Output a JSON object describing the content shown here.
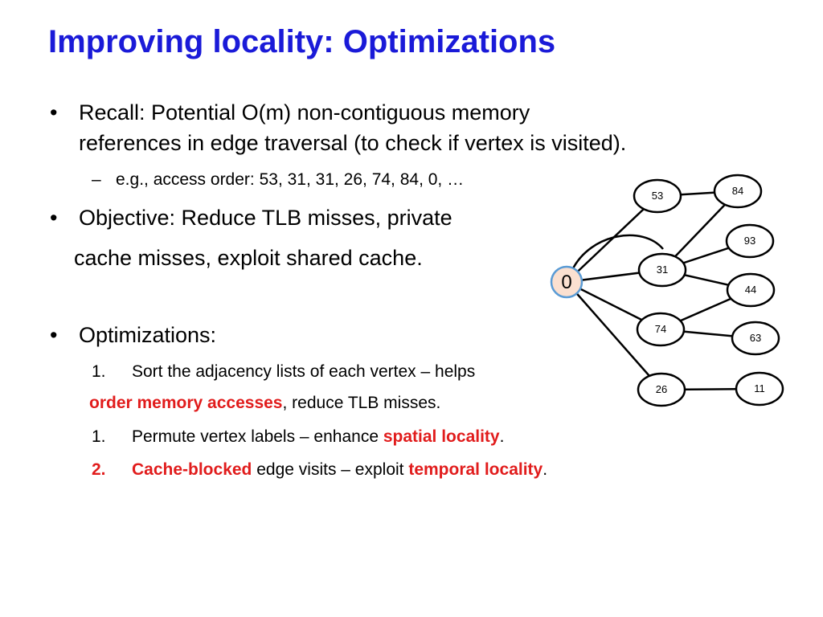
{
  "slide": {
    "title": "Improving locality: Optimizations",
    "bullets": {
      "b1_line1": "Recall: Potential O(m) non-contiguous memory",
      "b1_line2": "references in edge traversal (to check if vertex is visited).",
      "b1_sub": "e.g., access order: 53, 31, 31, 26, 74, 84, 0, …",
      "b2_line1": "Objective: Reduce TLB misses, private",
      "b2_line2": "cache misses, exploit shared cache.",
      "b3": "Optimizations:"
    },
    "bullet_glyph": "•",
    "dash_glyph": "–",
    "optimizations": {
      "item1_num": "1.",
      "item1_text": "Sort the adjacency lists of each vertex – helps",
      "item1_cont_red": "order memory accesses",
      "item1_cont_rest": ", reduce TLB misses.",
      "item2_num": "1.",
      "item2_text": "Permute vertex labels – enhance ",
      "item2_red": "spatial locality",
      "item2_end": ".",
      "item3_num": "2.",
      "item3_red1": "Cache-blocked",
      "item3_text": " edge visits – exploit ",
      "item3_red2": "temporal locality",
      "item3_end": "."
    }
  },
  "graph": {
    "root": "0",
    "nodes": [
      "53",
      "84",
      "31",
      "93",
      "44",
      "74",
      "63",
      "26",
      "11"
    ],
    "edges": [
      [
        "0",
        "53"
      ],
      [
        "0",
        "31"
      ],
      [
        "0",
        "74"
      ],
      [
        "0",
        "26"
      ],
      [
        "53",
        "84"
      ],
      [
        "31",
        "84"
      ],
      [
        "31",
        "93"
      ],
      [
        "31",
        "44"
      ],
      [
        "74",
        "44"
      ],
      [
        "74",
        "63"
      ],
      [
        "26",
        "11"
      ]
    ],
    "self_loop_on": "0",
    "colors": {
      "root_fill": "#fbe0d0",
      "root_stroke": "#5a9bd5",
      "node_stroke": "#000000",
      "title_blue": "#1a1ad8",
      "accent_red": "#e11c1c"
    }
  }
}
